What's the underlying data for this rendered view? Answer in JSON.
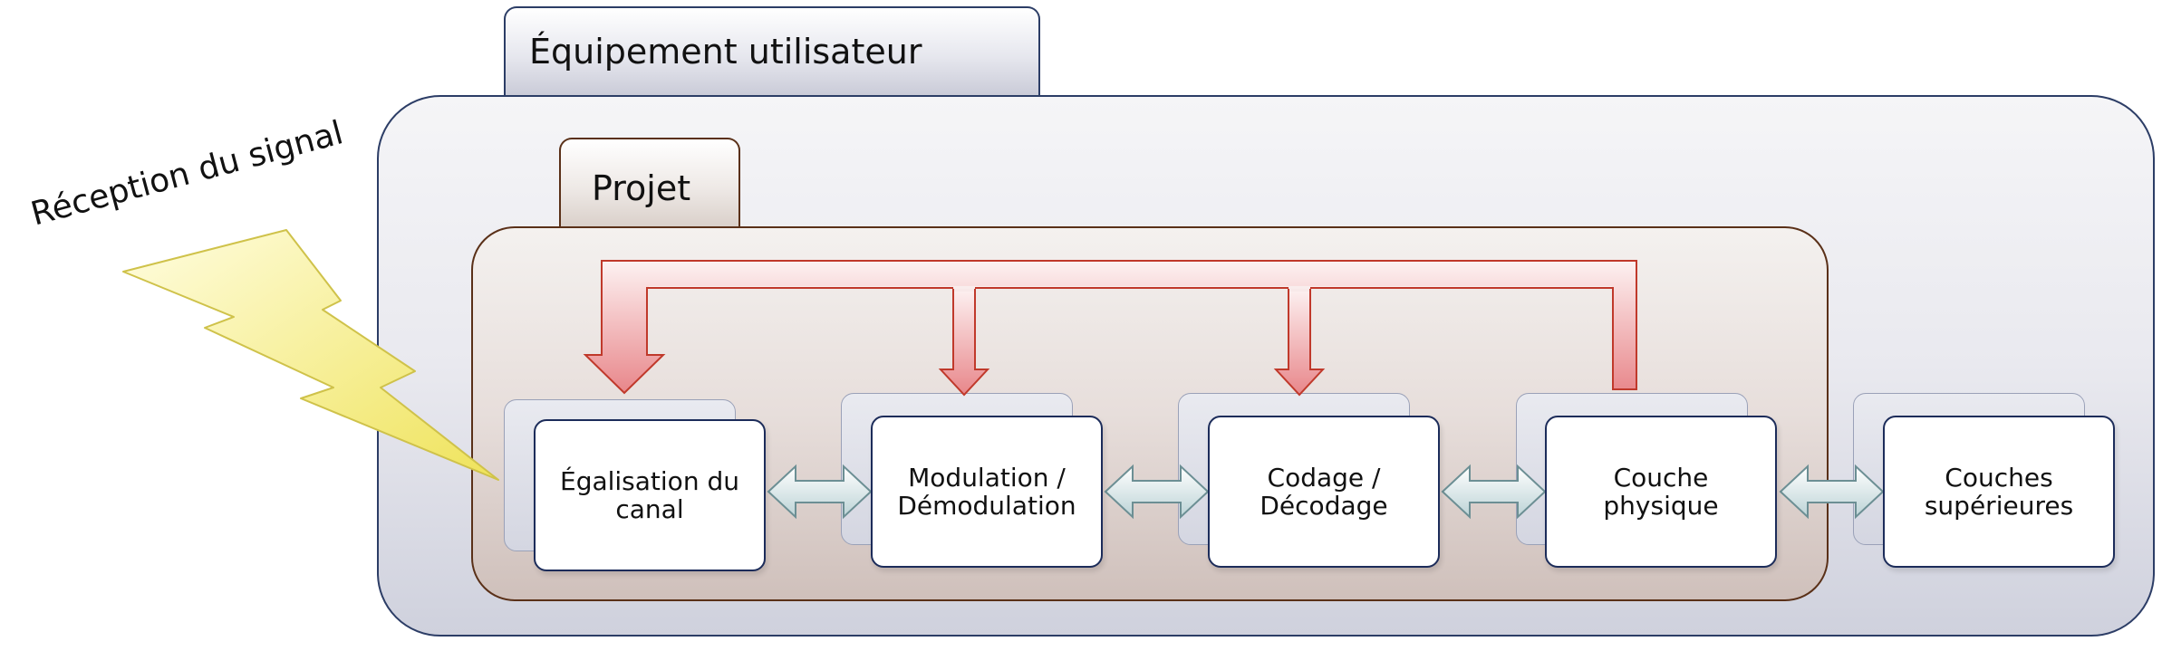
{
  "outer_container": {
    "label": "Équipement utilisateur"
  },
  "inner_container": {
    "label": "Projet"
  },
  "signal_label": "Réception du signal",
  "blocks": [
    {
      "label": "Égalisation du\ncanal"
    },
    {
      "label": "Modulation /\nDémodulation"
    },
    {
      "label": "Codage /\nDécodage"
    },
    {
      "label": "Couche\nphysique"
    },
    {
      "label": "Couches\nsupérieures"
    }
  ],
  "colors": {
    "outer_border": "#2c3d66",
    "inner_border": "#5a3018",
    "feedback_arrow": "#c0392b",
    "bidirectional_arrow": "#7fa8ac",
    "lightning": "#f3ea6a"
  }
}
